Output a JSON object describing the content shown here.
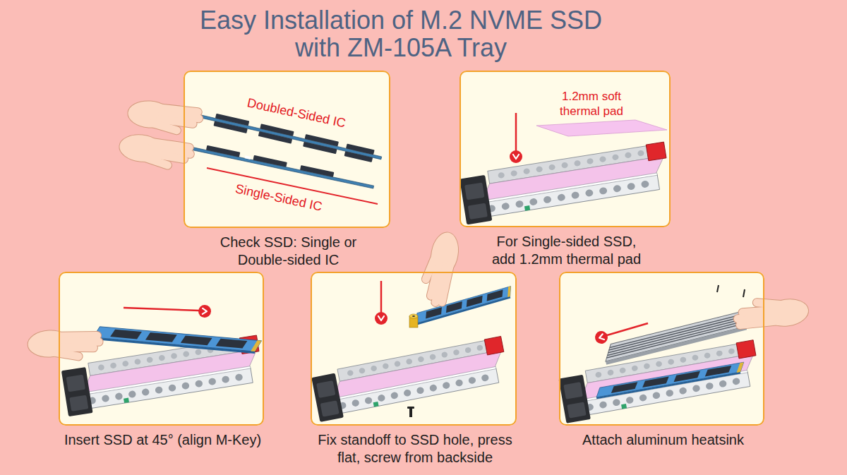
{
  "diagram": {
    "title": "Easy Installation of M.2 NVME SSD with ZM-105A Tray",
    "nodes": [
      {
        "text": [
          "Check SSD: Single or Double-sided IC"
        ]
      },
      {
        "text": [
          "For Single-sided SSD, add 1.2mm thermal pad"
        ]
      },
      {
        "text": [
          "Insert SSD at 45° (align M-Key)"
        ]
      },
      {
        "text": [
          "Fix standoff to SSD hole, press flat, screw from backside"
        ]
      },
      {
        "text": [
          "Attach aluminum heatsink"
        ]
      }
    ],
    "labels": [
      "Doubled-Sided IC",
      "Single-Sided IC",
      "1.2mm soft thermal pad"
    ]
  }
}
